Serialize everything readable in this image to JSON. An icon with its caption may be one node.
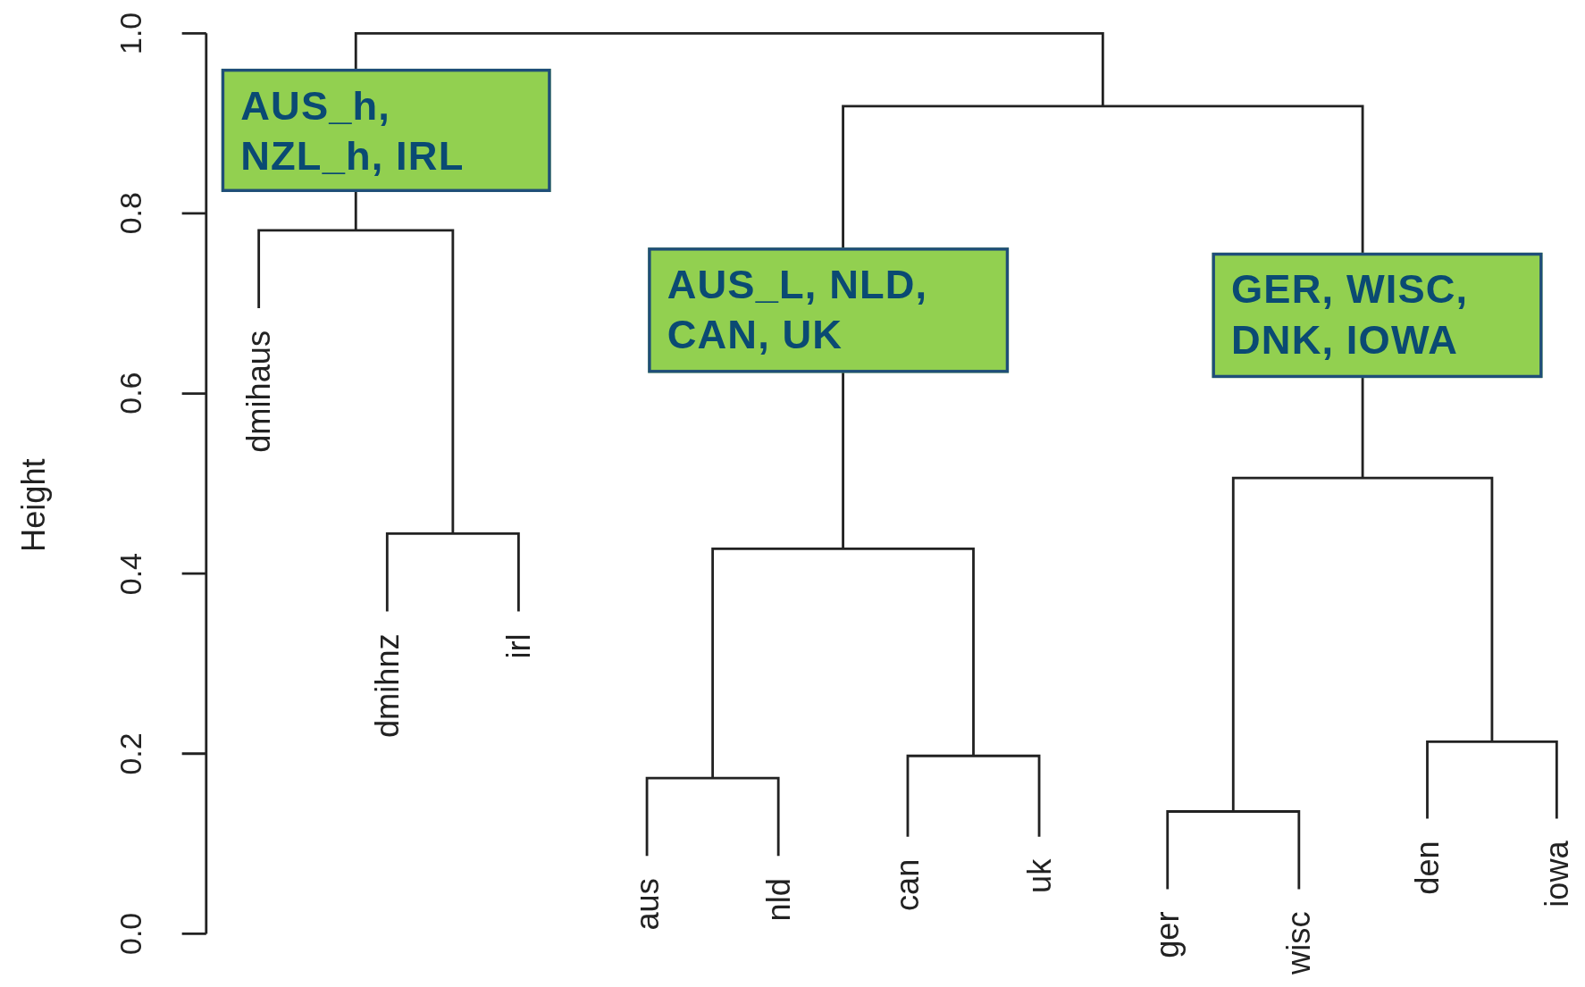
{
  "diagram": {
    "nodes": [
      {
        "text": [
          "AUS_h, NZL_h, IRL"
        ]
      },
      {
        "text": [
          "AUS_L, NLD, CAN, UK"
        ]
      },
      {
        "text": [
          "GER, WISC, DNK, IOWA"
        ]
      }
    ],
    "labels": [
      "1.0",
      "0.8",
      "0.6",
      "0.4",
      "0.2",
      "0.0",
      "Height",
      "dmihaus",
      "dmihnz",
      "irl",
      "aus",
      "nld",
      "can",
      "uk",
      "ger",
      "wisc",
      "den",
      "iowa"
    ]
  }
}
